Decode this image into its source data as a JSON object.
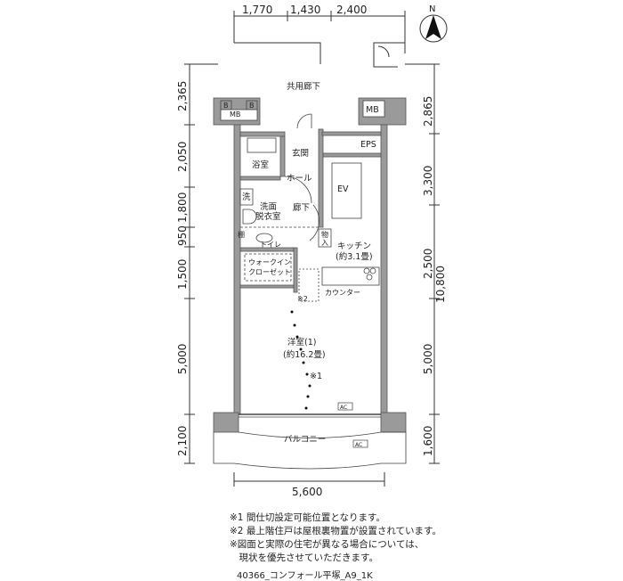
{
  "compass": {
    "label": "N"
  },
  "dimensions": {
    "top": [
      "1,770",
      "1,430",
      "2,400"
    ],
    "left": [
      "2,365",
      "2,050",
      "1,800",
      "950",
      "1,500",
      "5,000",
      "2,100"
    ],
    "right": [
      "2,865",
      "3,300",
      "2,500",
      "5,000",
      "1,600"
    ],
    "right_total": "10,800",
    "bottom": "5,600"
  },
  "rooms": {
    "corridor": "共用廊下",
    "mb_left": "MB",
    "mb_right": "MB",
    "b1": "B",
    "b2": "B",
    "eps": "EPS",
    "bath": "浴室",
    "entrance": "玄関",
    "hall": "ホール",
    "ev": "EV",
    "washer": "洗",
    "washroom_1": "洗面",
    "washroom_2": "脱衣室",
    "hallway": "廊下",
    "shelf": "棚",
    "toilet": "トイレ",
    "storage": "物入",
    "kitchen": "キッチン",
    "kitchen_size": "(約3.1畳)",
    "wic_1": "ウォークイン",
    "wic_2": "クローゼット",
    "counter": "カウンター",
    "note2_mark": "※2",
    "western": "洋室(1)",
    "western_size": "(約16.2畳)",
    "note1_mark": "※1",
    "ac1": "AC",
    "balcony": "バルコニー",
    "ac2": "AC"
  },
  "notes": [
    "※1 間仕切設定可能位置となります。",
    "※2 最上階住戸は屋根裏物置が設置されています。",
    "※図面と実際の住宅が異なる場合については、",
    "　現状を優先させていただきます。"
  ],
  "plan_code": "40366_コンフォール平塚_A9_1K"
}
